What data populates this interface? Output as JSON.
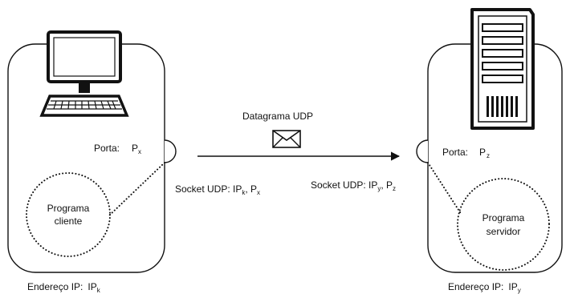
{
  "client": {
    "port_label": "Porta:",
    "port_var": "P",
    "port_sub": "x",
    "program": [
      "Programa",
      "cliente"
    ],
    "ip_label": "Endereço IP:",
    "ip_var": "IP",
    "ip_sub": "k",
    "socket_prefix": "Socket UDP: IP",
    "socket_sub1": "k",
    "socket_mid": ", P",
    "socket_sub2": "x"
  },
  "server": {
    "port_label": "Porta:",
    "port_var": "P",
    "port_sub": "z",
    "program": [
      "Programa",
      "servidor"
    ],
    "ip_label": "Endereço IP:",
    "ip_var": "IP",
    "ip_sub": "y",
    "socket_prefix": "Socket UDP: IP",
    "socket_sub1": "y",
    "socket_mid": ", P",
    "socket_sub2": "z"
  },
  "datagram": {
    "label": "Datagrama UDP",
    "icon": "envelope-icon"
  },
  "icons": {
    "client": "desktop-computer-icon",
    "server": "server-tower-icon"
  },
  "colors": {
    "stroke": "#111111",
    "background": "#ffffff"
  }
}
